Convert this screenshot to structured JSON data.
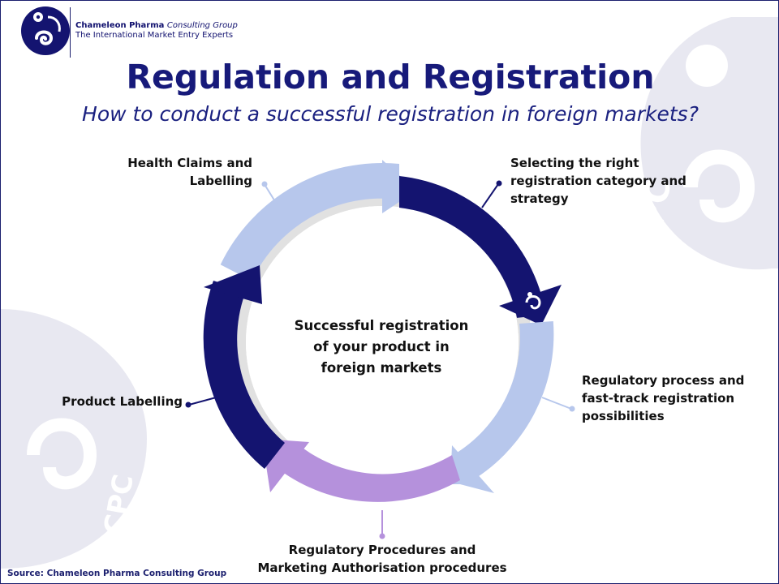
{
  "header": {
    "company_name": "Chameleon Pharma",
    "company_name_italic": "Consulting Group",
    "tagline": "The International Market Entry Experts"
  },
  "title": "Regulation and Registration",
  "subtitle": "How to conduct a successful registration in foreign markets?",
  "cycle": {
    "center_lines": [
      "Successful registration",
      "of your product in",
      "foreign markets"
    ],
    "steps": [
      {
        "lines": [
          "Selecting the right",
          "registration category and",
          "strategy"
        ]
      },
      {
        "lines": [
          "Regulatory process and",
          "fast-track registration",
          "possibilities"
        ]
      },
      {
        "lines": [
          "Regulatory Procedures and",
          "Marketing Authorisation procedures"
        ]
      },
      {
        "lines": [
          "Product Labelling"
        ]
      },
      {
        "lines": [
          "Health Claims and",
          "Labelling"
        ]
      }
    ],
    "watermark_text": "CPC"
  },
  "colors": {
    "navy": "#141470",
    "light_blue": "#b7c7ec",
    "lavender": "#b591dc",
    "ring_gray": "#e1e1e1",
    "title": "#171a7a"
  },
  "footer": {
    "source": "Source: Chameleon Pharma Consulting Group"
  }
}
